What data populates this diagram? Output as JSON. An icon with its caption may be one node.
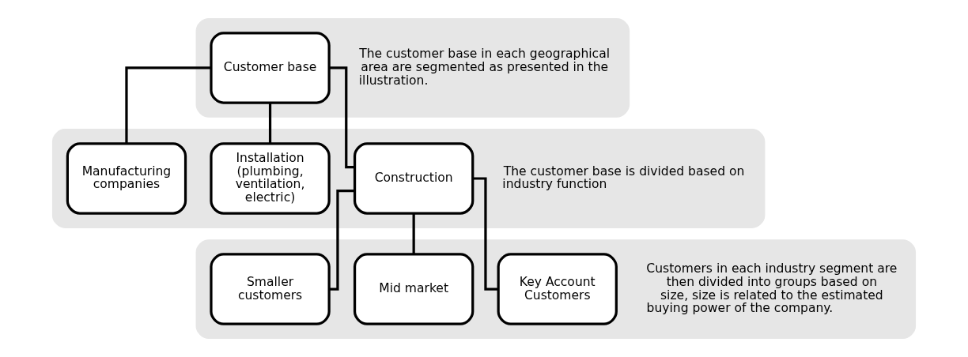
{
  "diagram": {
    "nodes": [
      {
        "text": [
          "The customer base in each geographical area are segmented as presented in the illustration."
        ]
      },
      {
        "text": [
          "Customer base"
        ],
        "in": 0
      },
      {
        "text": [
          "The customer base is divided based on industry function"
        ]
      },
      {
        "text": [
          "Construction"
        ],
        "in": 2
      },
      {
        "text": [
          "Installation (plumbing, ventilation, electric)"
        ],
        "in": 2
      },
      {
        "text": [
          "Manufacturing companies"
        ],
        "in": 2
      },
      {
        "text": [
          "Customers in each industry segment are then divided into groups based on size, size is related to the estimated buying power of the company."
        ]
      },
      {
        "text": [
          "Key Account Customers"
        ],
        "in": 6
      },
      {
        "text": [
          "Mid market"
        ],
        "in": 6
      },
      {
        "text": [
          "Smaller customers"
        ],
        "in": 6
      }
    ],
    "edges": [
      {
        "from": 1,
        "to": 3,
        "arrow": "none"
      },
      {
        "from": 1,
        "to": 4,
        "arrow": "none"
      },
      {
        "from": 1,
        "to": 5,
        "arrow": "none"
      },
      {
        "from": 3,
        "to": 7,
        "arrow": "none"
      },
      {
        "from": 3,
        "to": 8,
        "arrow": "none"
      },
      {
        "from": 3,
        "to": 9,
        "arrow": "none"
      }
    ]
  }
}
